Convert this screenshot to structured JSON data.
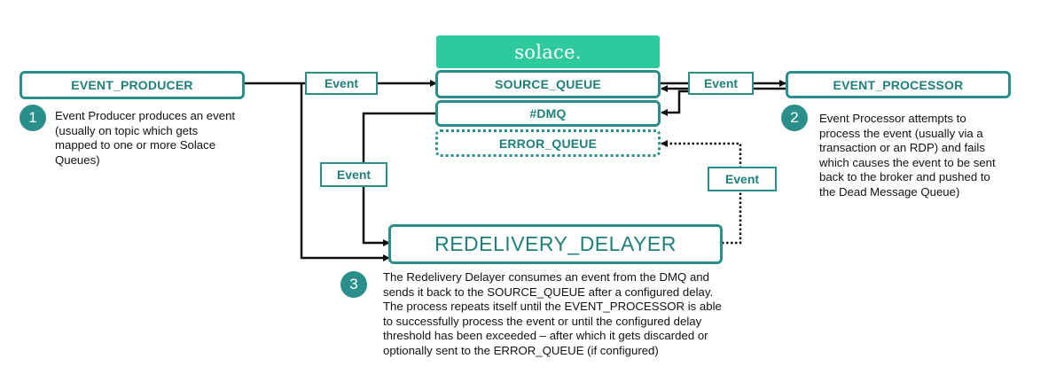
{
  "brand": {
    "name": "solace."
  },
  "colors": {
    "teal": "#2a8f8a",
    "brand_green": "#2ec99d"
  },
  "nodes": {
    "event_producer": "EVENT_PRODUCER",
    "source_queue": "SOURCE_QUEUE",
    "dmq": "#DMQ",
    "error_queue": "ERROR_QUEUE",
    "event_processor": "EVENT_PROCESSOR",
    "redelivery_delayer": "REDELIVERY_DELAYER"
  },
  "edge_labels": {
    "producer_to_source": "Event",
    "source_to_processor": "Event",
    "dmq_to_delayer": "Event",
    "delayer_to_error": "Event"
  },
  "steps": [
    {
      "number": "1",
      "text": "Event Producer produces an event\n(usually on topic which gets\nmapped to one or more Solace\nQueues)"
    },
    {
      "number": "2",
      "text": "Event Processor attempts to\nprocess the event (usually via a\ntransaction or an RDP) and fails\nwhich causes the event to be sent\nback to the broker and pushed to\nthe Dead Message Queue)"
    },
    {
      "number": "3",
      "text": "The Redelivery Delayer consumes an event from the DMQ and\nsends it back to the SOURCE_QUEUE after a configured delay.\nThe process repeats itself until the EVENT_PROCESSOR is able\nto successfully process the event or until the configured delay\nthreshold has been exceeded – after which it gets discarded or\noptionally sent to the ERROR_QUEUE (if configured)"
    }
  ]
}
